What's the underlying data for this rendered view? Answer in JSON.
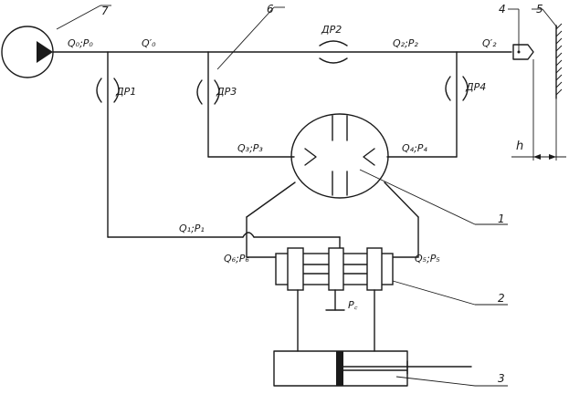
{
  "labels": {
    "q0p0": "Q₀;P₀",
    "q0prime": "Q′₀",
    "q2p2": "Q₂;P₂",
    "q2prime": "Q′₂",
    "q3p3": "Q₃;P₃",
    "q4p4": "Q₄;P₄",
    "q1p1": "Q₁;P₁",
    "q6p6": "Q₆;P₆",
    "q5p5": "Q₅;P₅",
    "pc": "P꜀",
    "h": "h"
  },
  "restrictors": {
    "dr1": "ДР1",
    "dr2": "ДР2",
    "dr3": "ДР3",
    "dr4": "ДР4"
  },
  "callouts": {
    "c1": "1",
    "c2": "2",
    "c3": "3",
    "c4": "4",
    "c5": "5",
    "c6": "6",
    "c7": "7"
  }
}
